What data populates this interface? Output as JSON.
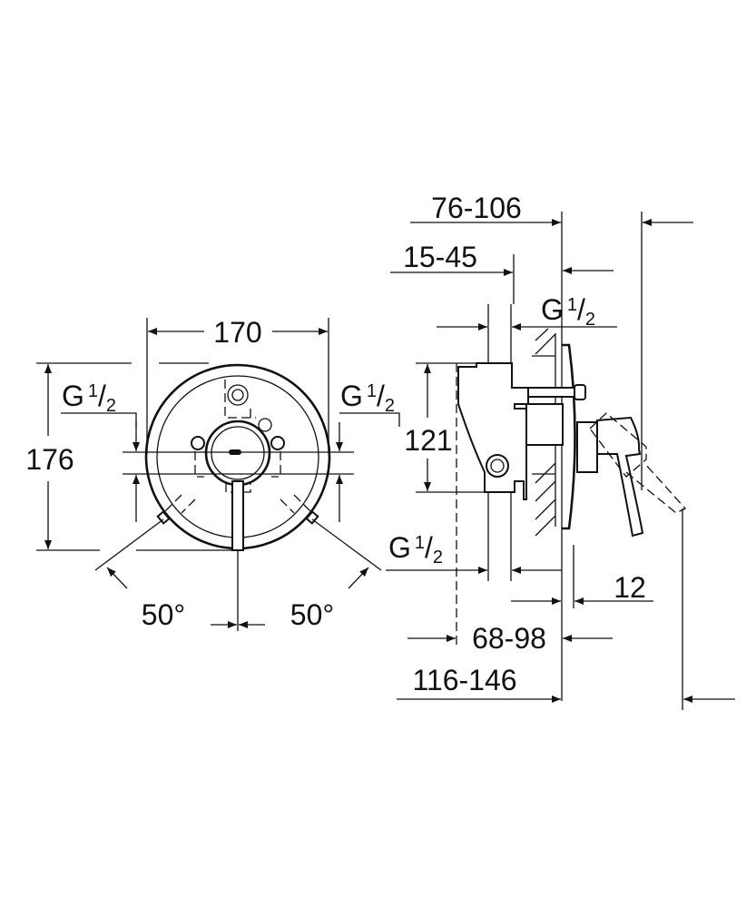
{
  "front_view": {
    "width_dim": "170",
    "height_dim": "176",
    "thread_left": {
      "main": "G",
      "num": "1",
      "slash": "/",
      "den": "2"
    },
    "thread_right": {
      "main": "G",
      "num": "1",
      "slash": "/",
      "den": "2"
    },
    "angle_left": "50°",
    "angle_right": "50°"
  },
  "side_view": {
    "dim_total_depth": "76-106",
    "dim_inner_depth": "15-45",
    "thread_top": {
      "main": "G",
      "num": "1",
      "slash": "/",
      "den": "2"
    },
    "height_dim": "121",
    "thread_bottom": {
      "main": "G",
      "num": "1",
      "slash": "/",
      "den": "2"
    },
    "dim_plate": "12",
    "dim_body": "68-98",
    "dim_overall": "116-146"
  }
}
